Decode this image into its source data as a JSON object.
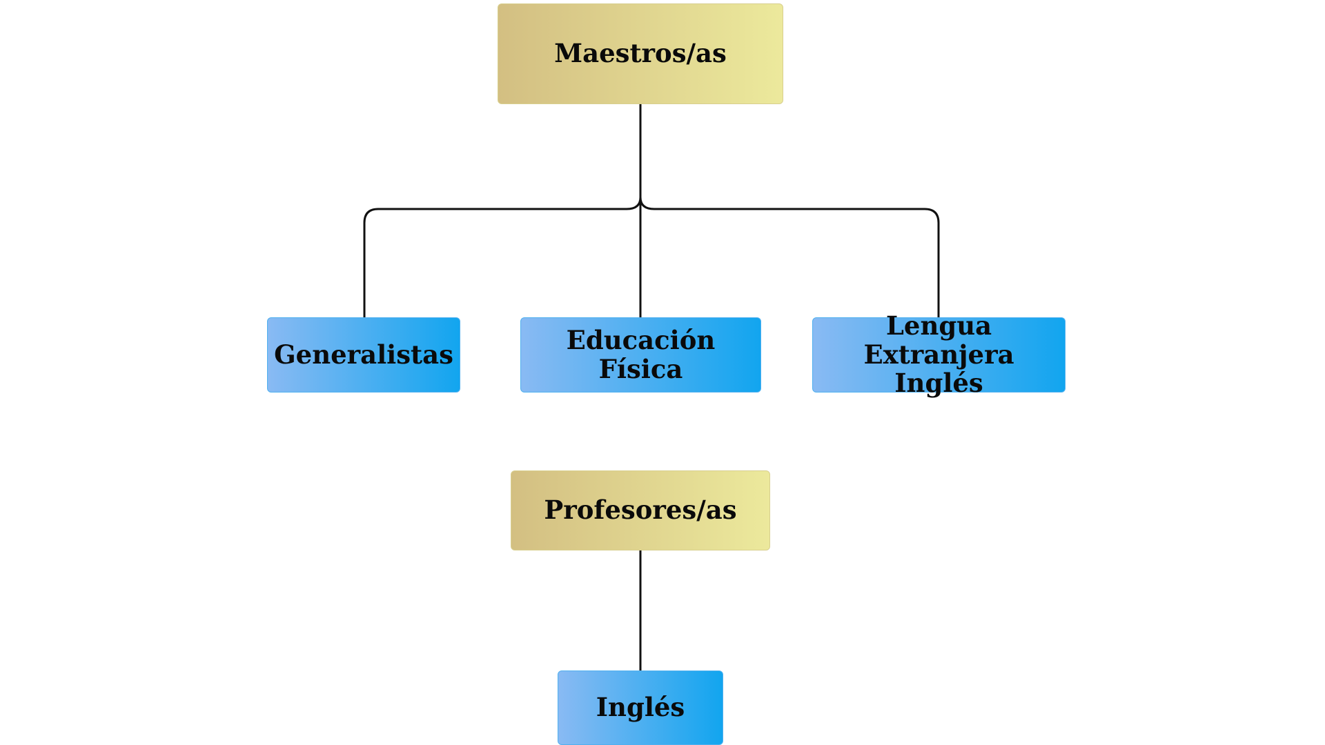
{
  "diagram": {
    "nodes": [
      {
        "id": "maestros",
        "label": "Maestros/as",
        "type": "category"
      },
      {
        "id": "generalistas",
        "label": "Generalistas",
        "type": "specialty"
      },
      {
        "id": "educacion-fisica",
        "label": "Educación Física",
        "type": "specialty"
      },
      {
        "id": "lengua-extranjera",
        "label": "Lengua Extranjera Inglés",
        "type": "specialty"
      },
      {
        "id": "profesores",
        "label": "Profesores/as",
        "type": "category"
      },
      {
        "id": "ingles",
        "label": "Inglés",
        "type": "specialty"
      }
    ],
    "edges": [
      {
        "from": "maestros",
        "to": "generalistas"
      },
      {
        "from": "maestros",
        "to": "educacion-fisica"
      },
      {
        "from": "maestros",
        "to": "lengua-extranjera"
      },
      {
        "from": "profesores",
        "to": "ingles"
      }
    ]
  },
  "colors": {
    "category_gradient": [
      "#d3bf82",
      "#ece99c"
    ],
    "specialty_gradient": [
      "#89baf3",
      "#12a5ef"
    ],
    "connector": "#111111"
  }
}
